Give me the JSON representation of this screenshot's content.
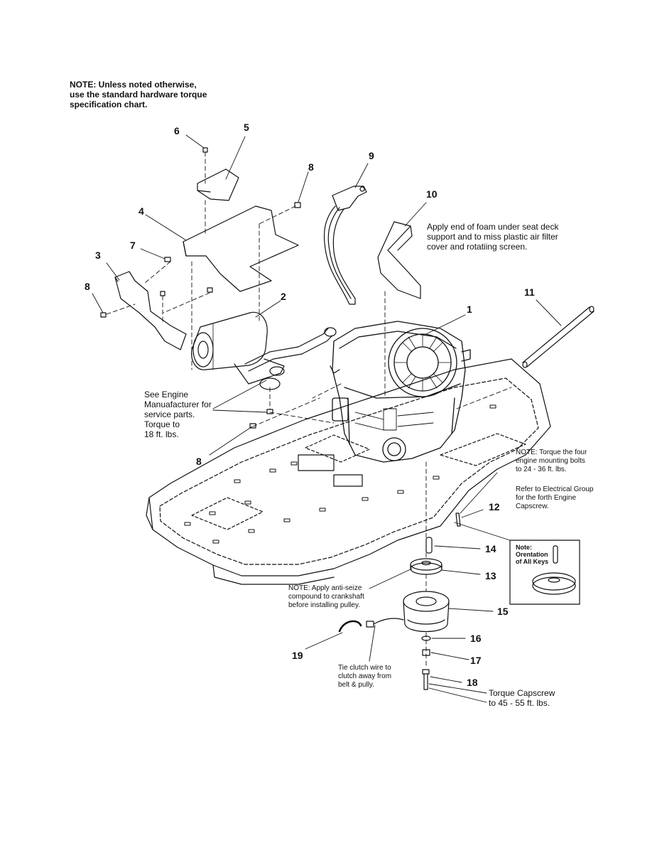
{
  "note_top": {
    "line1": "NOTE: Unless noted otherwise,",
    "line2": "use the standard hardware torque",
    "line3": "specification chart."
  },
  "callouts": {
    "c1": "1",
    "c2": "2",
    "c3": "3",
    "c4": "4",
    "c5": "5",
    "c6": "6",
    "c7": "7",
    "c8a": "8",
    "c8b": "8",
    "c8c": "8",
    "c9": "9",
    "c10": "10",
    "c11": "11",
    "c12": "12",
    "c13": "13",
    "c14": "14",
    "c15": "15",
    "c16": "16",
    "c17": "17",
    "c18": "18",
    "c19": "19"
  },
  "annotations": {
    "foam": [
      "Apply end of foam under seat deck",
      "support and to miss plastic air filter",
      "cover and rotatiing screen."
    ],
    "engine_mfr": [
      "See Engine",
      "Manuafacturer for",
      "service parts.",
      "Torque to",
      "18 ft. lbs."
    ],
    "mount_bolts": [
      "NOTE: Torque the four",
      "engine mounting bolts",
      "to 24 - 36 ft. lbs."
    ],
    "electrical": [
      "Refer to Electrical Group",
      "for the forth Engine",
      "Capscrew."
    ],
    "anti_seize": [
      "NOTE: Apply anti-seize",
      "compound to crankshaft",
      "before installing pulley."
    ],
    "clutch_wire": [
      "Tie clutch wire to",
      "clutch away from",
      "belt & pully."
    ],
    "torque_capscrew": [
      "Torque Capscrew",
      "to 45 - 55 ft. lbs."
    ]
  },
  "keys_box": {
    "line1": "Note:",
    "line2": "Orentation",
    "line3": "of All Keys"
  }
}
